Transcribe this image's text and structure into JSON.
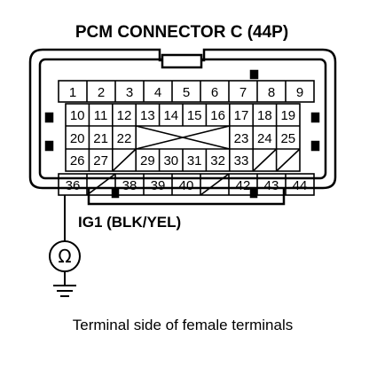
{
  "title": "PCM CONNECTOR C (44P)",
  "wire_label": "IG1 (BLK/YEL)",
  "meter_symbol": "Ω",
  "caption": "Terminal side of female terminals",
  "highlighted_pin": "36",
  "rows": [
    [
      "1",
      "2",
      "3",
      "4",
      "5",
      "6",
      "7",
      "8",
      "9"
    ],
    [
      "10",
      "11",
      "12",
      "13",
      "14",
      "15",
      "16",
      "17",
      "18",
      "19"
    ],
    [
      "20",
      "21",
      "22",
      "",
      "",
      "",
      "",
      "23",
      "24",
      "25"
    ],
    [
      "26",
      "27",
      "",
      "29",
      "30",
      "31",
      "32",
      "33",
      "",
      ""
    ],
    [
      "36",
      "",
      "38",
      "39",
      "40",
      "",
      "42",
      "43",
      "44"
    ]
  ]
}
